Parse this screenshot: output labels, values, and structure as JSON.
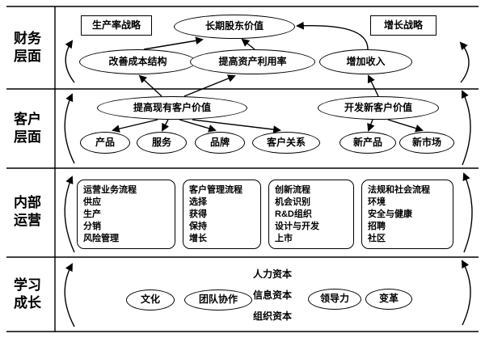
{
  "colors": {
    "ink": "#000000",
    "background": "#ffffff"
  },
  "sidebar": {
    "financial": "财务\n层面",
    "customer": "客户\n层面",
    "internal": "内部\n运营",
    "learning": "学习\n成长"
  },
  "financial": {
    "productivity_strategy": "生产率战略",
    "shareholder_value": "长期股东价值",
    "growth_strategy": "增长战略",
    "improve_cost": "改善成本结构",
    "asset_utilization": "提高资产利用率",
    "increase_revenue": "增加收入"
  },
  "customer": {
    "existing_value": "提高现有客户价值",
    "new_value": "开发新客户价值",
    "attributes": [
      "产品",
      "服务",
      "品牌",
      "客户关系",
      "新产品",
      "新市场"
    ]
  },
  "internal": {
    "processes": [
      {
        "title": "运营业务流程",
        "items": [
          "供应",
          "生产",
          "分销",
          "风险管理"
        ]
      },
      {
        "title": "客户管理流程",
        "items": [
          "选择",
          "获得",
          "保持",
          "增长"
        ]
      },
      {
        "title": "创新流程",
        "items": [
          "机会识别",
          "R&D组织",
          "设计与开发",
          "上市"
        ]
      },
      {
        "title": "法规和社会流程",
        "items": [
          "环境",
          "安全与健康",
          "招聘",
          "社区"
        ]
      }
    ]
  },
  "learning": {
    "capitals": [
      "人力资本",
      "信息资本",
      "组织资本"
    ],
    "enablers": [
      "文化",
      "团队协作",
      "领导力",
      "变革"
    ]
  }
}
